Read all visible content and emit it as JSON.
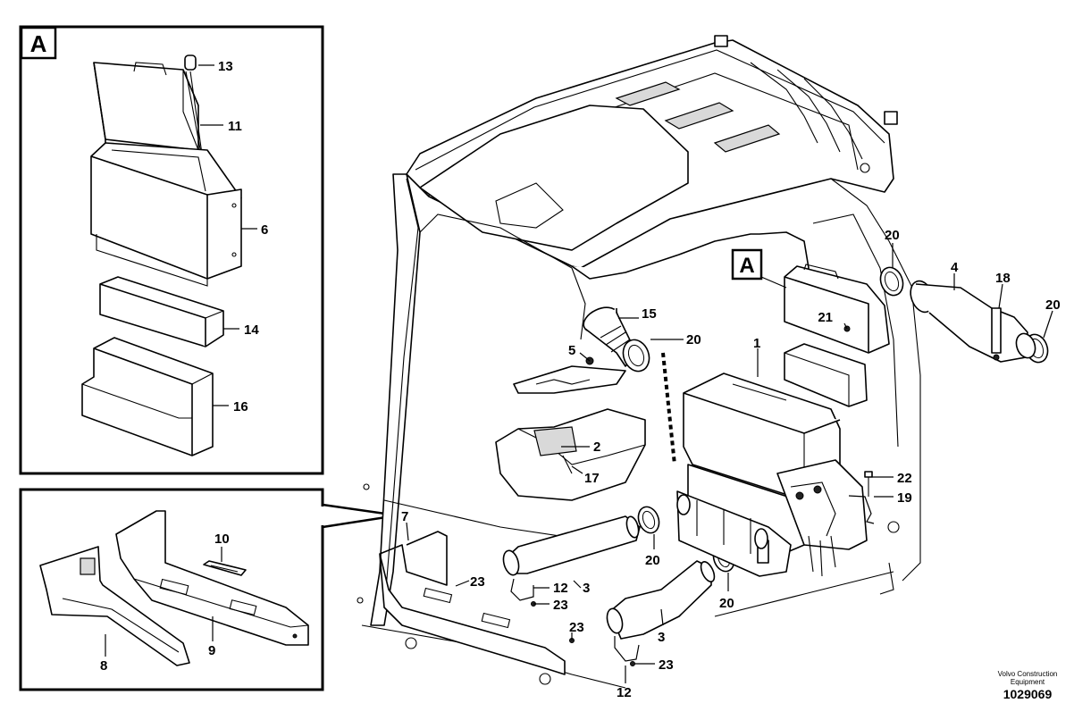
{
  "detail_label": "A",
  "callout_label": "A",
  "callouts": [
    {
      "id": "c13a",
      "text": "13"
    },
    {
      "id": "c11a",
      "text": "11"
    },
    {
      "id": "c6a",
      "text": "6"
    },
    {
      "id": "c14a",
      "text": "14"
    },
    {
      "id": "c16a",
      "text": "16"
    },
    {
      "id": "c10",
      "text": "10"
    },
    {
      "id": "c8",
      "text": "8"
    },
    {
      "id": "c9",
      "text": "9"
    },
    {
      "id": "c7",
      "text": "7"
    },
    {
      "id": "c15",
      "text": "15"
    },
    {
      "id": "c5",
      "text": "5"
    },
    {
      "id": "c20a",
      "text": "20"
    },
    {
      "id": "c1",
      "text": "1"
    },
    {
      "id": "c2",
      "text": "2"
    },
    {
      "id": "c17",
      "text": "17"
    },
    {
      "id": "c21",
      "text": "21"
    },
    {
      "id": "c20b",
      "text": "20"
    },
    {
      "id": "c4",
      "text": "4"
    },
    {
      "id": "c18",
      "text": "18"
    },
    {
      "id": "c20c",
      "text": "20"
    },
    {
      "id": "c22",
      "text": "22"
    },
    {
      "id": "c19",
      "text": "19"
    },
    {
      "id": "c20d",
      "text": "20"
    },
    {
      "id": "c20e",
      "text": "20"
    },
    {
      "id": "c23a",
      "text": "23"
    },
    {
      "id": "c12a",
      "text": "12"
    },
    {
      "id": "c23b",
      "text": "23"
    },
    {
      "id": "c3a",
      "text": "3"
    },
    {
      "id": "c23c",
      "text": "23"
    },
    {
      "id": "c3b",
      "text": "3"
    },
    {
      "id": "c23d",
      "text": "23"
    },
    {
      "id": "c12b",
      "text": "12"
    }
  ],
  "credit": {
    "line1": "Volvo Construction",
    "line2": "Equipment",
    "number": "1029069"
  }
}
